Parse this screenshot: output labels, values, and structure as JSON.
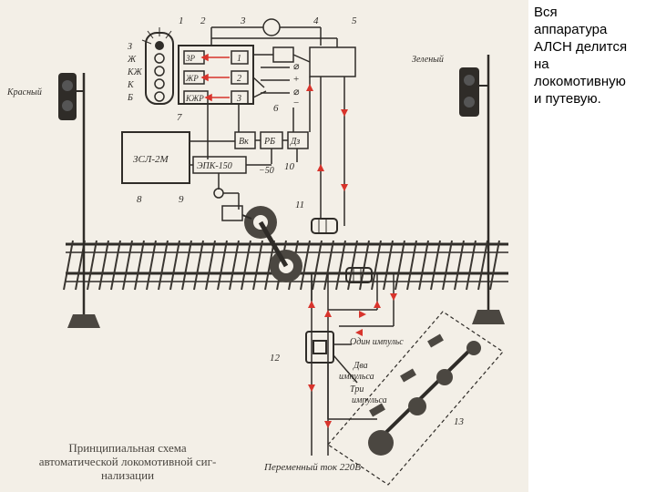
{
  "side_text": "Вся\nаппаратура\nАЛСН делится\nна\nлокомотивную\nи путевую.",
  "caption": "Принципиальная схема\nавтоматической локомотивной сиг-\nнализации",
  "signals": {
    "left_label": "Красный",
    "right_label": "Зеленый"
  },
  "lamp_letters": [
    "З",
    "Ж",
    "КЖ",
    "К",
    "Б"
  ],
  "relays": [
    "ЗР",
    "ЖР",
    "КЖР"
  ],
  "relay_numbers": [
    "1",
    "2",
    "3"
  ],
  "blocks": {
    "zsl": "ЗСЛ-2М",
    "epk": "ЭПК-150",
    "vk": "Вк",
    "rb": "РБ",
    "dz": "Дз"
  },
  "supply": {
    "minus50": "−50",
    "plus": "+",
    "minus": "−"
  },
  "code_labels": {
    "one": "Один импульс",
    "two": "Два\nимпульса",
    "three": "Три\nимпульса"
  },
  "ac_supply": "Переменный ток 220В",
  "numbers": [
    "1",
    "2",
    "3",
    "4",
    "5",
    "6",
    "7",
    "8",
    "9",
    "10",
    "11",
    "12",
    "13"
  ],
  "colors": {
    "ink": "#2f2c28",
    "arrow_red": "#d8342c",
    "paper": "#f3efe7"
  }
}
